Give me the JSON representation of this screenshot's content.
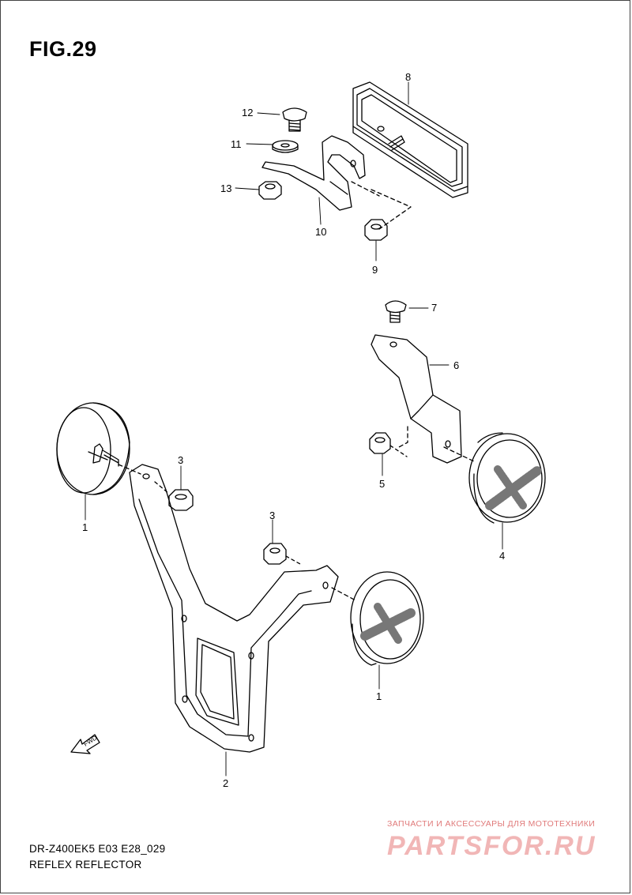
{
  "figure": {
    "title": "FIG.29",
    "model_code": "DR-Z400EK5 E03 E28_029",
    "subtitle": "REFLEX REFLECTOR"
  },
  "callouts": {
    "c1a": "1",
    "c1b": "1",
    "c2": "2",
    "c3a": "3",
    "c3b": "3",
    "c4": "4",
    "c5": "5",
    "c6": "6",
    "c7": "7",
    "c8": "8",
    "c9": "9",
    "c10": "10",
    "c11": "11",
    "c12": "12",
    "c13": "13"
  },
  "fwd_arrow": {
    "label": "FWD"
  },
  "watermark": {
    "tagline": "ЗАПЧАСТИ И АКСЕССУАРЫ ДЛЯ МОТОТЕХНИКИ",
    "logo": "PARTSFOR.RU"
  },
  "colors": {
    "line": "#000000",
    "watermark": "#e8a0a0"
  }
}
